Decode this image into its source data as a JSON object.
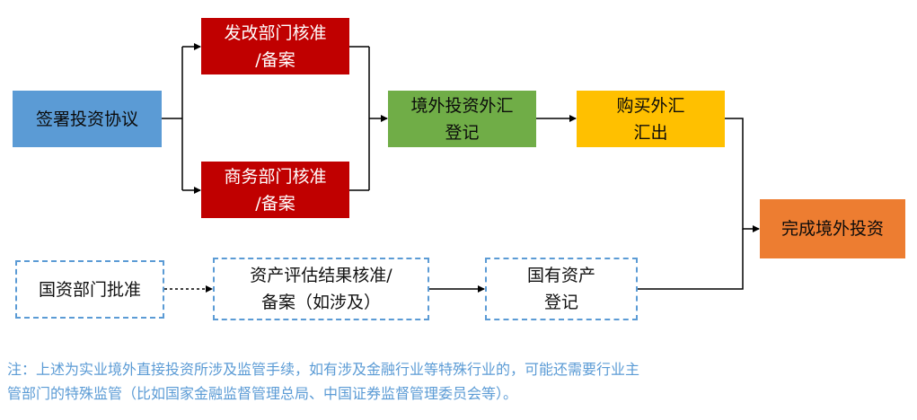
{
  "nodes": {
    "sign": {
      "lines": [
        "签署投资协议"
      ]
    },
    "ndrc": {
      "lines": [
        "发改部门核准",
        "/备案"
      ]
    },
    "mofcom": {
      "lines": [
        "商务部门核准",
        "/备案"
      ]
    },
    "forex": {
      "lines": [
        "境外投资外汇",
        "登记"
      ]
    },
    "buy": {
      "lines": [
        "购买外汇",
        "汇出"
      ]
    },
    "done": {
      "lines": [
        "完成境外投资"
      ]
    },
    "sasac": {
      "lines": [
        "国资部门批准"
      ]
    },
    "assess": {
      "lines": [
        "资产评估结果核准/",
        "备案（如涉及）"
      ]
    },
    "state_reg": {
      "lines": [
        "国有资产",
        "登记"
      ]
    }
  },
  "note": {
    "lines": [
      "注：上述为实业境外直接投资所涉及监管手续，如有涉及金融行业等特殊行业的，可能还需要行业主",
      "管部门的特殊监管（比如国家金融监督管理总局、中国证券监督管理委员会等）。"
    ]
  },
  "colors": {
    "blue": "#5b9bd5",
    "red": "#c00000",
    "green": "#70ad47",
    "yellow": "#ffc000",
    "orange": "#ed7d31",
    "connector": "#000000"
  }
}
